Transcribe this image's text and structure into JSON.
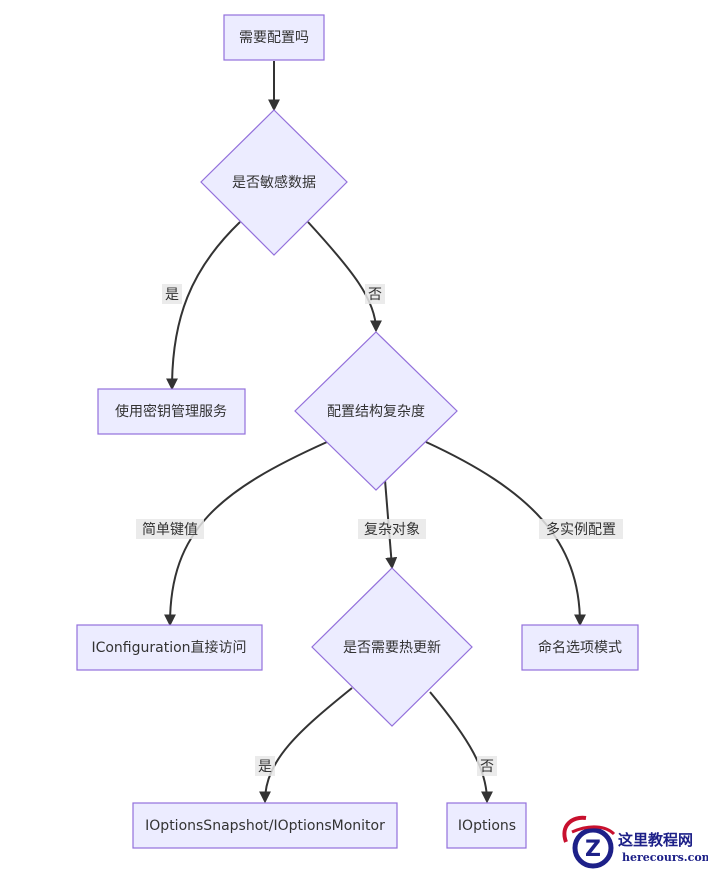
{
  "nodes": {
    "need_config": "需要配置吗",
    "is_sensitive": "是否敏感数据",
    "use_secret_service": "使用密钥管理服务",
    "config_complexity": "配置结构复杂度",
    "iconfiguration_direct": "IConfiguration直接访问",
    "need_hot_update": "是否需要热更新",
    "named_options": "命名选项模式",
    "ioptions_snapshot_monitor": "IOptionsSnapshot/IOptionsMonitor",
    "ioptions": "IOptions"
  },
  "edges": {
    "sensitive_yes": "是",
    "sensitive_no": "否",
    "simple_kv": "简单键值",
    "complex_object": "复杂对象",
    "multi_instance": "多实例配置",
    "hot_yes": "是",
    "hot_no": "否"
  },
  "watermark": {
    "logo_letter": "Z",
    "site_name": "这里教程网",
    "domain": "herecours.com"
  },
  "colors": {
    "node_fill": "#ececff",
    "node_stroke": "#9370db",
    "edge": "#333333",
    "watermark_blue": "#1d2088",
    "watermark_red": "#c8102e"
  }
}
